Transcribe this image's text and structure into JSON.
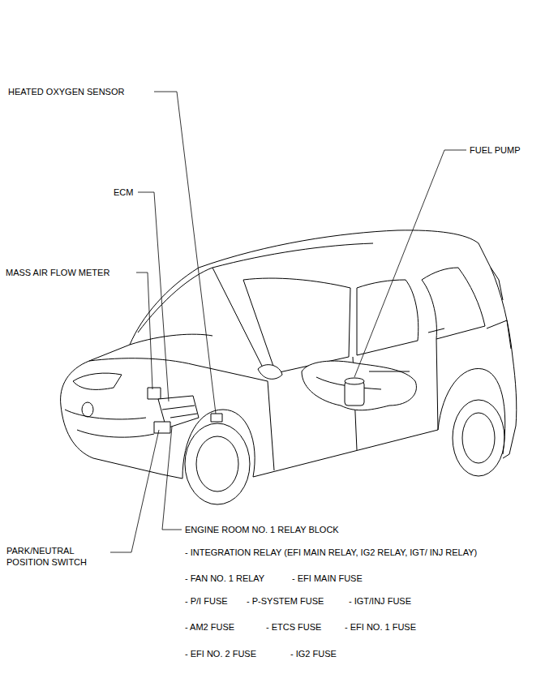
{
  "diagram": {
    "labels": [
      "HEATED OXYGEN SENSOR",
      "FUEL PUMP",
      "ECM",
      "MASS AIR FLOW METER",
      "PARK/NEUTRAL POSITION SWITCH",
      "ENGINE ROOM NO. 1 RELAY BLOCK",
      "- INTEGRATION RELAY (EFI MAIN RELAY, IG2 RELAY, IGT/ INJ RELAY)",
      "- FAN NO. 1 RELAY",
      "- EFI MAIN FUSE",
      "- P/I FUSE",
      "- P-SYSTEM FUSE",
      "- IGT/INJ FUSE",
      "- AM2 FUSE",
      "- ETCS FUSE",
      "- EFI NO. 1 FUSE",
      "- EFI NO. 2 FUSE",
      "- IG2 FUSE"
    ]
  }
}
